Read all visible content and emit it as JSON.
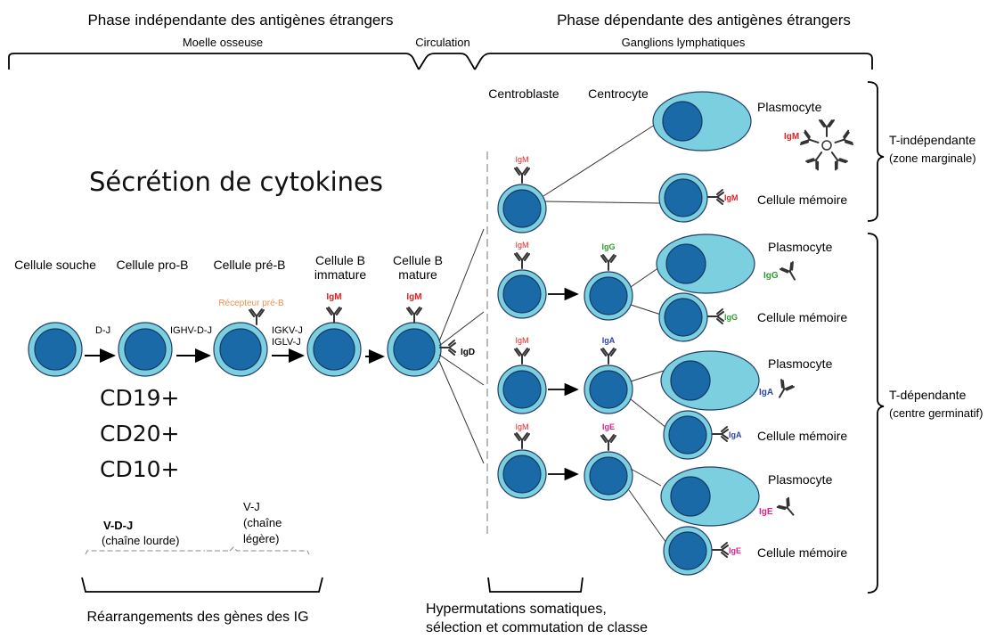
{
  "phases": {
    "independent_title": "Phase indépendante des antigènes étrangers",
    "independent_sub": "Moelle osseuse",
    "circulation": "Circulation",
    "dependent_title": "Phase dépendante des antigènes étrangers",
    "dependent_sub": "Ganglions lymphatiques"
  },
  "cytokines": "Sécrétion de cytokines",
  "stages": {
    "souche": "Cellule souche",
    "prob": "Cellule pro-B",
    "preb": "Cellule pré-B",
    "immature_1": "Cellule B",
    "immature_2": "immature",
    "mature_1": "Cellule B",
    "mature_2": "mature"
  },
  "arrows": {
    "dj": "D-J",
    "ighv": "IGHV-D-J",
    "igkv": "IGKV-J",
    "iglv": "IGLV-J"
  },
  "recepteur": "Récepteur pré-B",
  "markers": [
    "CD19+",
    "CD20+",
    "CD10+"
  ],
  "rearr": {
    "vdj": "V-D-J",
    "heavy": "(chaîne lourde)",
    "vj": "V-J",
    "light_1": "(chaîne",
    "light_2": "légère)",
    "bottom": "Réarrangements des gènes des IG"
  },
  "germinal": {
    "centroblaste": "Centroblaste",
    "centrocyte": "Centrocyte",
    "hyper_1": "Hypermutations somatiques,",
    "hyper_2": "sélection et commutation de classe"
  },
  "outcomes": {
    "plasmocyte": "Plasmocyte",
    "memoire": "Cellule mémoire"
  },
  "immunoglobulins": {
    "igm": "IgM",
    "igd": "IgD",
    "igg": "IgG",
    "iga": "IgA",
    "ige": "IgE"
  },
  "zones": {
    "ti_1": "T-indépendante",
    "ti_2": "(zone marginale)",
    "td_1": "T-dépendante",
    "td_2": "(centre germinatif)"
  },
  "colors": {
    "igm": "#e02020",
    "igg": "#2e9a2e",
    "iga": "#2a45a8",
    "ige": "#e0208a",
    "recepteur": "#f09050",
    "cell_outer": "#7ccfdf",
    "cell_inner": "#1a6aa8"
  }
}
